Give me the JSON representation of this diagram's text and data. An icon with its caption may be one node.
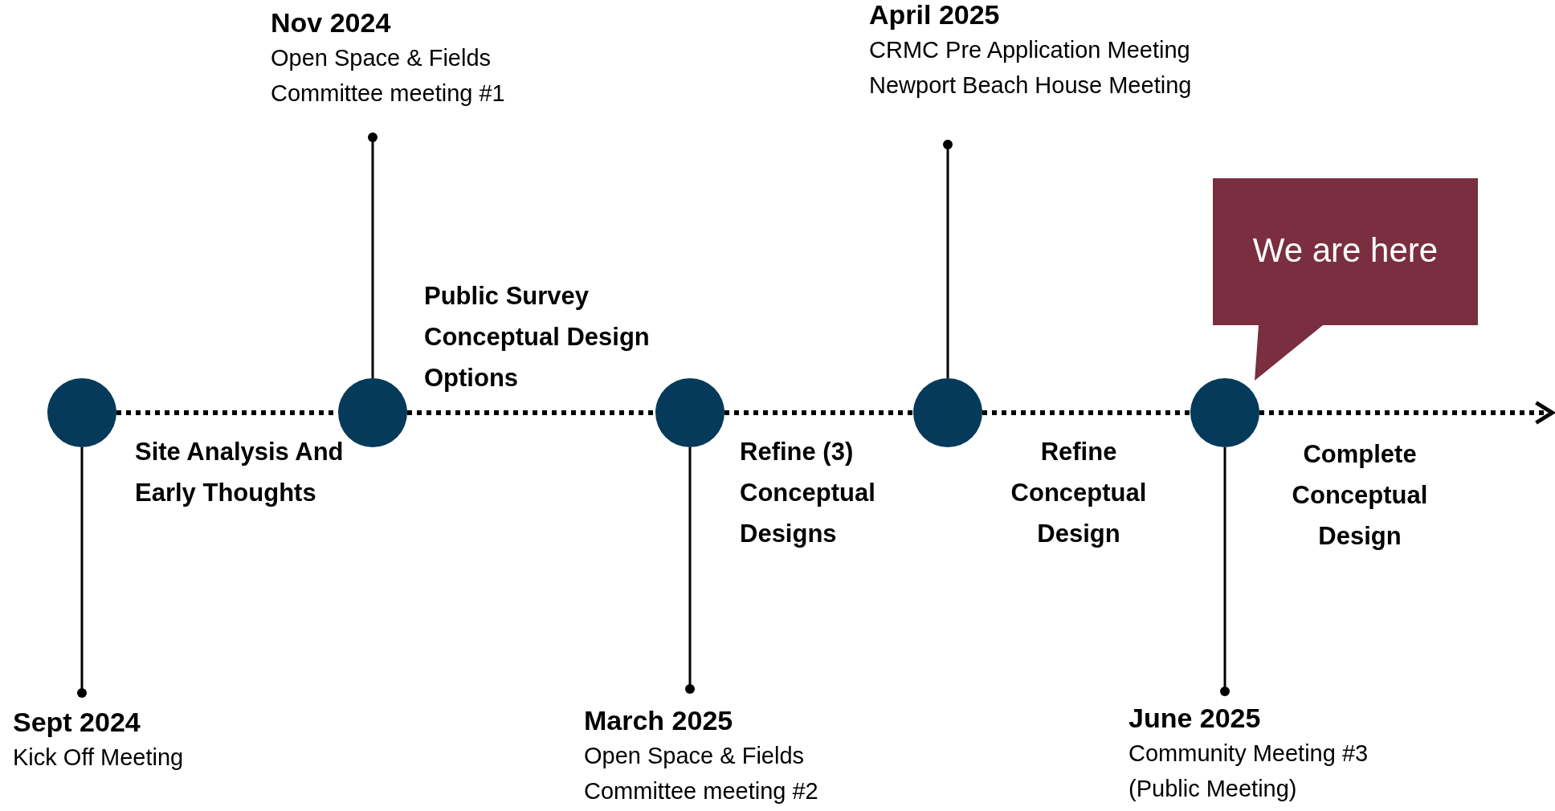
{
  "diagram": {
    "nodes": [
      {
        "text": [],
        "shape": "circle"
      },
      {
        "text": [],
        "shape": "circle"
      },
      {
        "text": [],
        "shape": "circle"
      },
      {
        "text": [],
        "shape": "circle"
      },
      {
        "text": [],
        "shape": "circle"
      },
      {
        "text": [
          "Sept 2024",
          "Kick Off Meeting"
        ]
      },
      {
        "text": [
          "Nov 2024",
          "Open Space & Fields Committee meeting #1"
        ]
      },
      {
        "text": [
          "March 2025",
          "Open Space & Fields Committee meeting #2"
        ]
      },
      {
        "text": [
          "April 2025",
          "CRMC Pre Application Meeting",
          "Newport Beach House Meeting"
        ]
      },
      {
        "text": [
          "June 2025",
          "Community Meeting #3 (Public Meeting)"
        ]
      },
      {
        "text": [
          "We are here"
        ]
      }
    ],
    "edges": [
      {
        "from": 0,
        "to": 1,
        "arrow": "none",
        "style": "dashed",
        "label": "Site Analysis And Early Thoughts"
      },
      {
        "from": 1,
        "to": 2,
        "arrow": "none",
        "style": "dashed",
        "label": "Public Survey Conceptual Design Options"
      },
      {
        "from": 2,
        "to": 3,
        "arrow": "none",
        "style": "dashed",
        "label": "Refine (3) Conceptual Designs"
      },
      {
        "from": 3,
        "to": 4,
        "arrow": "none",
        "style": "dashed",
        "label": "Refine Conceptual Design"
      },
      {
        "from": 4,
        "to": null,
        "arrow": "to",
        "style": "dashed",
        "label": "Complete Conceptual Design"
      },
      {
        "from": 5,
        "to": 0,
        "arrow": "other"
      },
      {
        "from": 6,
        "to": 1,
        "arrow": "other"
      },
      {
        "from": 7,
        "to": 2,
        "arrow": "other"
      },
      {
        "from": 8,
        "to": 3,
        "arrow": "other"
      },
      {
        "from": 9,
        "to": 4,
        "arrow": "other"
      }
    ]
  }
}
